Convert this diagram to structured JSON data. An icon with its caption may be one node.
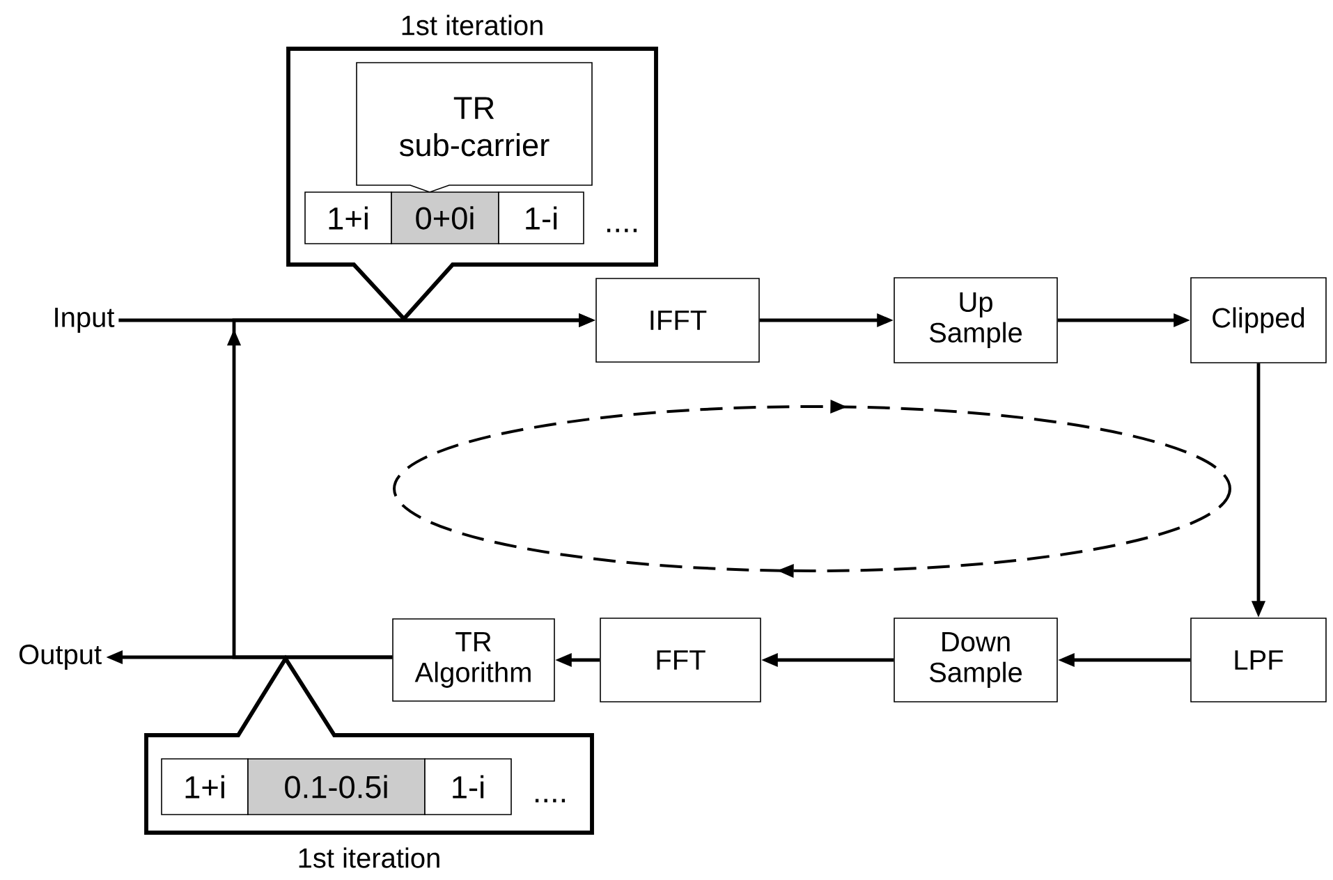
{
  "diagram": {
    "nodes": [
      {
        "text": [
          "Input"
        ]
      },
      {
        "text": [
          "IFFT"
        ]
      },
      {
        "text": [
          "Up Sample"
        ]
      },
      {
        "text": [
          "Clipped"
        ]
      },
      {
        "text": [
          "LPF"
        ]
      },
      {
        "text": [
          "Down Sample"
        ]
      },
      {
        "text": [
          "FFT"
        ]
      },
      {
        "text": [
          "TR Algorithm"
        ]
      },
      {
        "text": [
          "Output"
        ]
      },
      {
        "text": [
          "1st iteration"
        ]
      },
      {
        "text": [
          "TR sub-carrier"
        ],
        "in": 9
      },
      {
        "text": [
          "1+i"
        ],
        "in": 9
      },
      {
        "text": [
          "0+0i"
        ],
        "in": 9
      },
      {
        "text": [
          "1-i"
        ],
        "in": 9,
        "beside": [
          "...."
        ]
      },
      {
        "text": [
          "1st iteration"
        ]
      },
      {
        "text": [
          "1+i"
        ],
        "in": 14
      },
      {
        "text": [
          "0.1-0.5i"
        ],
        "in": 14
      },
      {
        "text": [
          "1-i"
        ],
        "in": 14,
        "beside": [
          "...."
        ]
      }
    ],
    "edges": [
      {
        "from": 0,
        "to": 1,
        "arrow": "to"
      },
      {
        "from": 1,
        "to": 2,
        "arrow": "to"
      },
      {
        "from": 2,
        "to": 3,
        "arrow": "to"
      },
      {
        "from": 3,
        "to": 4,
        "arrow": "to"
      },
      {
        "from": 4,
        "to": 5,
        "arrow": "to"
      },
      {
        "from": 5,
        "to": 6,
        "arrow": "to"
      },
      {
        "from": 6,
        "to": 7,
        "arrow": "to"
      },
      {
        "from": 7,
        "to": 8,
        "arrow": "to"
      },
      {
        "from": 7,
        "to": 1,
        "arrow": "to"
      }
    ]
  }
}
